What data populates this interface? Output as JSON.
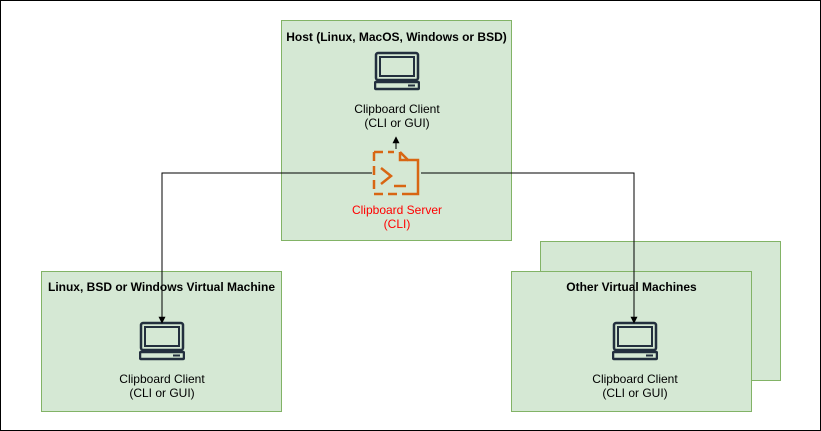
{
  "host": {
    "title": "Host (Linux, MacOS, Windows or BSD)",
    "client_label_1": "Clipboard Client",
    "client_label_2": "(CLI or GUI)",
    "server_label_1": "Clipboard Server",
    "server_label_2": "(CLI)"
  },
  "vm_left": {
    "title": "Linux, BSD or Windows Virtual Machine",
    "client_label_1": "Clipboard Client",
    "client_label_2": "(CLI or GUI)"
  },
  "vm_right": {
    "title": "Other Virtual Machines",
    "client_label_1": "Clipboard Client",
    "client_label_2": "(CLI or GUI)"
  },
  "icons": {
    "client": "computer-monitor-icon",
    "server": "terminal-server-icon"
  },
  "colors": {
    "box_fill": "#d5e8d4",
    "box_border": "#82b366",
    "server_icon": "#d86613",
    "server_text": "#ff0000",
    "edge": "#000000"
  }
}
